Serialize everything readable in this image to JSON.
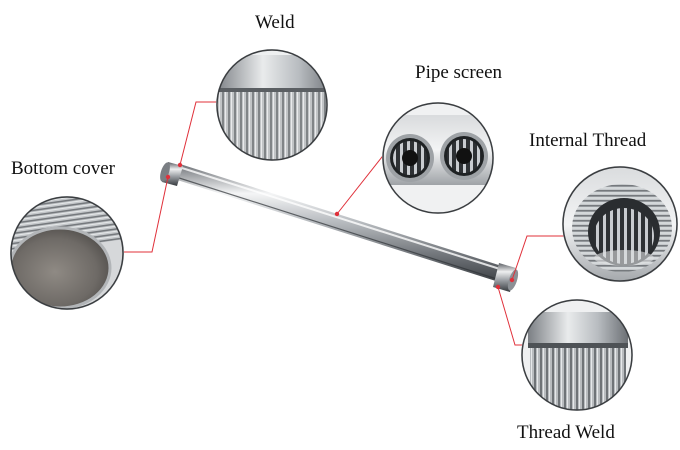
{
  "labels": {
    "weld": "Weld",
    "pipe_screen": "Pipe screen",
    "internal_thread": "Internal Thread",
    "bottom_cover": "Bottom cover",
    "thread_weld": "Thread Weld"
  },
  "colors": {
    "leader_line": "#e0303a",
    "background": "#ffffff",
    "steel_light": "#e6e8ea",
    "steel_mid": "#a9adb1",
    "steel_dark": "#4a4e52"
  }
}
